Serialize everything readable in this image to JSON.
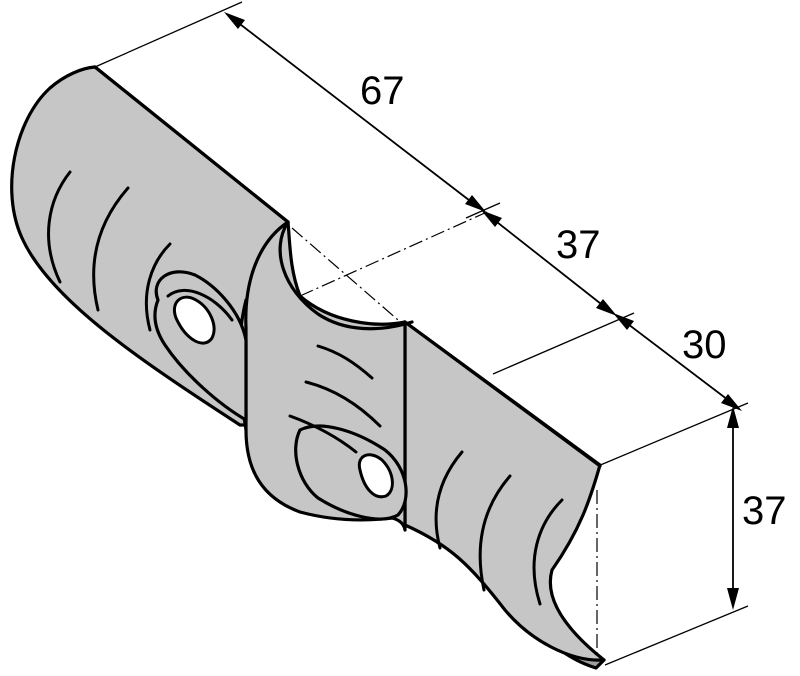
{
  "dimensions": {
    "length": "67",
    "offset": "37",
    "half_width": "30",
    "height": "37"
  }
}
